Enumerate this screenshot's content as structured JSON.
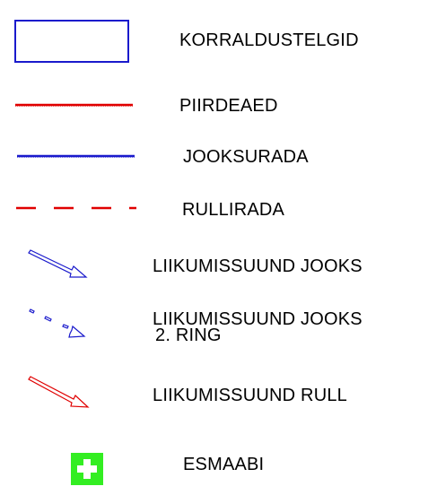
{
  "legend": {
    "items": [
      {
        "symbol": "blue-rectangle",
        "label": "KORRALDUSTELGID",
        "color": "#1a1acc"
      },
      {
        "symbol": "red-solid-line",
        "label": "PIIRDEAED",
        "color": "#e00000"
      },
      {
        "symbol": "blue-solid-line",
        "label": "JOOKSURADA",
        "color": "#1a1acc"
      },
      {
        "symbol": "red-dashed-line",
        "label": "RULLIRADA",
        "color": "#e00000"
      },
      {
        "symbol": "blue-outline-arrow",
        "label": "LIIKUMISSUUND JOOKS",
        "color": "#1a1acc"
      },
      {
        "symbol": "blue-dashed-arrow",
        "label": "LIIKUMISSUUND JOOKS",
        "label2": "2. RING",
        "color": "#1a1acc"
      },
      {
        "symbol": "red-outline-arrow",
        "label": "LIIKUMISSUUND RULL",
        "color": "#e00000"
      },
      {
        "symbol": "first-aid-cross",
        "label": "ESMAABI",
        "color": "#33ee22"
      }
    ]
  }
}
